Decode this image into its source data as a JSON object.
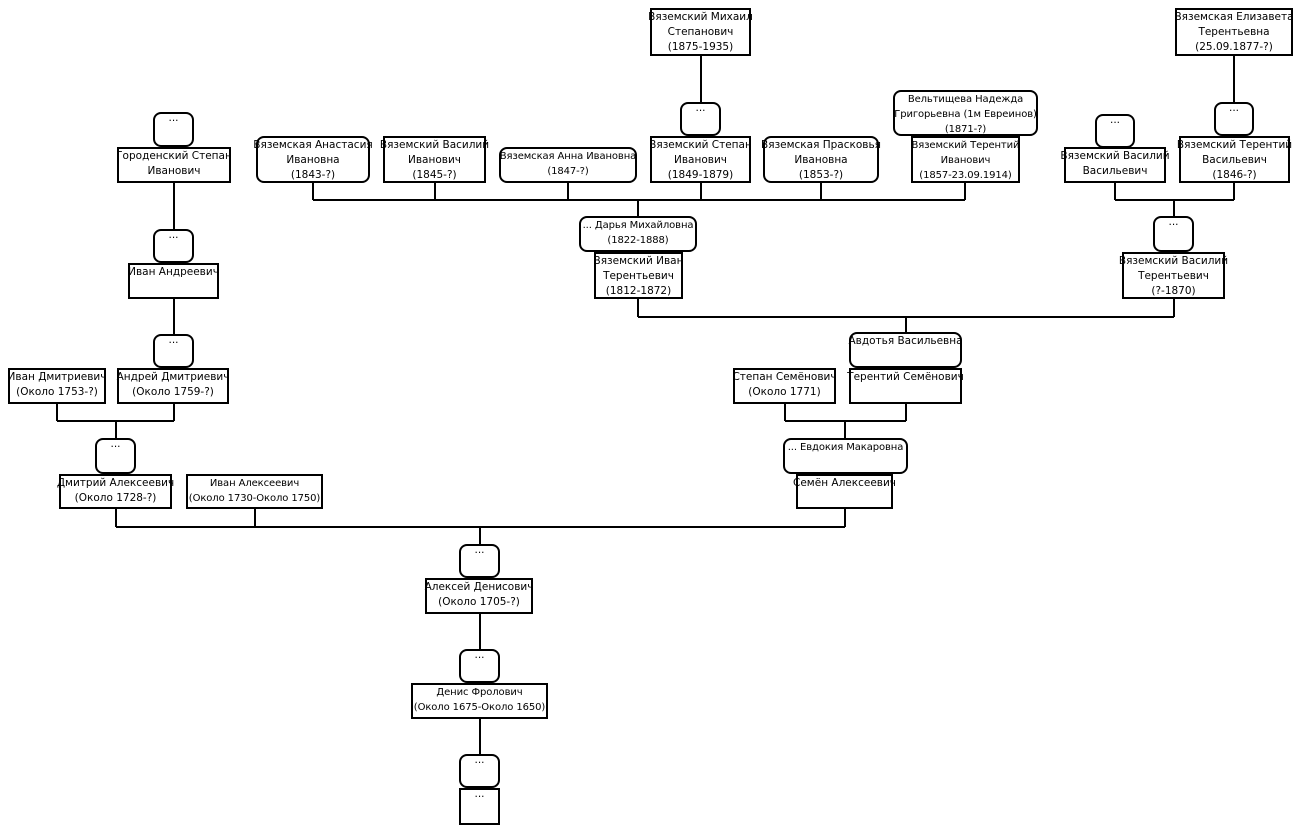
{
  "tree": {
    "nodes": [
      {
        "id": "vmikh",
        "kind": "person",
        "lines": [
          "Вяземский Михаил",
          "Степанович",
          "(1875-1935)"
        ]
      },
      {
        "id": "velizaveta",
        "kind": "person",
        "lines": [
          "Вяземская Елизавета",
          "Терентьевна",
          "(25.09.1877-?)"
        ]
      },
      {
        "id": "veltishcheva",
        "kind": "spouse",
        "lines": [
          "Вельтищева Надежда",
          "Григорьевна (1м Евреинов)",
          "(1871-?)"
        ]
      },
      {
        "id": "u_vstep",
        "kind": "spouse",
        "lines": [
          "···"
        ]
      },
      {
        "id": "u_vvas",
        "kind": "spouse",
        "lines": [
          "···"
        ]
      },
      {
        "id": "u_vter",
        "kind": "spouse",
        "lines": [
          "···"
        ]
      },
      {
        "id": "u_gor",
        "kind": "spouse",
        "lines": [
          "···"
        ]
      },
      {
        "id": "gorodensky",
        "kind": "person",
        "lines": [
          "Городенский Степан",
          "Иванович"
        ]
      },
      {
        "id": "vanastasia",
        "kind": "spouse",
        "lines": [
          "Вяземская Анастасия",
          "Ивановна",
          "(1843-?)"
        ]
      },
      {
        "id": "vvasily",
        "kind": "person",
        "lines": [
          "Вяземский Василий",
          "Иванович",
          "(1845-?)"
        ]
      },
      {
        "id": "vanna",
        "kind": "spouse",
        "lines": [
          "Вяземская Анна Ивановна",
          "(1847-?)"
        ]
      },
      {
        "id": "vstepan",
        "kind": "person",
        "lines": [
          "Вяземский Степан",
          "Иванович",
          "(1849-1879)"
        ]
      },
      {
        "id": "vpraskovya",
        "kind": "spouse",
        "lines": [
          "Вяземская Прасковья",
          "Ивановна",
          "(1853-?)"
        ]
      },
      {
        "id": "vterenty",
        "kind": "person",
        "lines": [
          "Вяземский Терентий",
          "Иванович",
          "(1857-23.09.1914)"
        ]
      },
      {
        "id": "vvasvas",
        "kind": "person",
        "lines": [
          "Вяземский Василий",
          "Васильевич"
        ]
      },
      {
        "id": "vterentyvas",
        "kind": "person",
        "lines": [
          "Вяземский Терентий",
          "Васильевич",
          "(1846-?)"
        ]
      },
      {
        "id": "u_ivan_andr",
        "kind": "spouse",
        "lines": [
          "···"
        ]
      },
      {
        "id": "darya",
        "kind": "spouse",
        "lines": [
          "... Дарья Михайловна",
          "(1822-1888)"
        ]
      },
      {
        "id": "u_vvasilyter",
        "kind": "spouse",
        "lines": [
          "···"
        ]
      },
      {
        "id": "vivan",
        "kind": "person",
        "lines": [
          "Вяземский Иван",
          "Терентьевич",
          "(1812-1872)"
        ]
      },
      {
        "id": "vvasilyter",
        "kind": "person",
        "lines": [
          "Вяземский Василий",
          "Терентьевич",
          "(?-1870)"
        ]
      },
      {
        "id": "ivanandr",
        "kind": "person",
        "lines": [
          "Иван Андреевич"
        ]
      },
      {
        "id": "u_andrey",
        "kind": "spouse",
        "lines": [
          "···"
        ]
      },
      {
        "id": "avdotya",
        "kind": "spouse",
        "lines": [
          "Авдотья Васильевна"
        ]
      },
      {
        "id": "ivandm",
        "kind": "person",
        "lines": [
          "Иван Дмитриевич",
          "(Около 1753-?)"
        ]
      },
      {
        "id": "andreydm",
        "kind": "person",
        "lines": [
          "Андрей Дмитриевич",
          "(Около 1759-?)"
        ]
      },
      {
        "id": "stepansem",
        "kind": "person",
        "lines": [
          "Степан Семёнович",
          "(Около 1771)"
        ]
      },
      {
        "id": "terentysem",
        "kind": "person",
        "lines": [
          "Терентий Семёнович"
        ]
      },
      {
        "id": "u_dmitry",
        "kind": "spouse",
        "lines": [
          "···"
        ]
      },
      {
        "id": "evdokia",
        "kind": "spouse",
        "lines": [
          "... Евдокия Макаровна"
        ]
      },
      {
        "id": "dmitry",
        "kind": "person",
        "lines": [
          "Дмитрий Алексеевич",
          "(Около 1728-?)"
        ]
      },
      {
        "id": "ivanalex",
        "kind": "person",
        "lines": [
          "Иван Алексеевич",
          "(Около 1730-Около 1750)"
        ]
      },
      {
        "id": "semen",
        "kind": "person",
        "lines": [
          "Семён Алексеевич"
        ]
      },
      {
        "id": "u_alexey",
        "kind": "spouse",
        "lines": [
          "···"
        ]
      },
      {
        "id": "alexey",
        "kind": "person",
        "lines": [
          "Алексей Денисович",
          "(Около 1705-?)"
        ]
      },
      {
        "id": "u_denis",
        "kind": "spouse",
        "lines": [
          "···"
        ]
      },
      {
        "id": "denis",
        "kind": "person",
        "lines": [
          "Денис Фролович",
          "(Около 1675-Около 1650)"
        ]
      },
      {
        "id": "u_root",
        "kind": "spouse",
        "lines": [
          "···"
        ]
      },
      {
        "id": "root",
        "kind": "person",
        "lines": [
          "···"
        ]
      }
    ]
  }
}
